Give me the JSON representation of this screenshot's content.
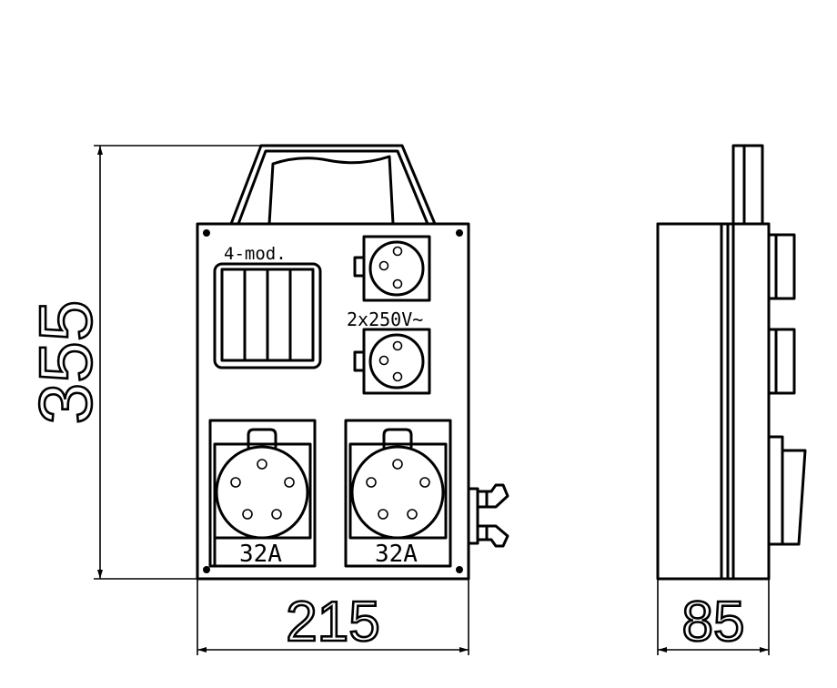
{
  "dimensions": {
    "height": "355",
    "width": "215",
    "depth": "85"
  },
  "labels": {
    "breaker_module": "4-mod.",
    "schuko_voltage": "2x250V~",
    "socket_left_rating": "32A",
    "socket_right_rating": "32A"
  },
  "colors": {
    "line": "#000000",
    "background": "#ffffff"
  }
}
